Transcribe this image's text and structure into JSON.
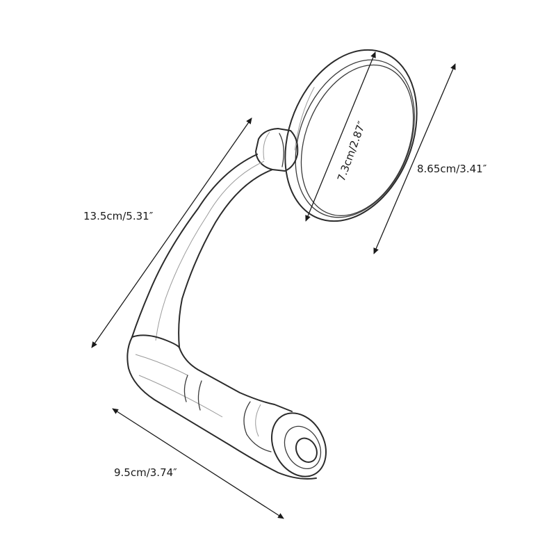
{
  "dimensions": {
    "mirror_diameter": "7.3cm/2.87″",
    "mirror_height": "8.65cm/3.41″",
    "total_height": "13.5cm/5.31″",
    "base_length": "9.5cm/3.74″"
  },
  "colors": {
    "line": "#2b2b2b",
    "text": "#1a1a1a",
    "background": "#ffffff"
  },
  "icons": {
    "product": "bar-end-mirror-icon"
  }
}
